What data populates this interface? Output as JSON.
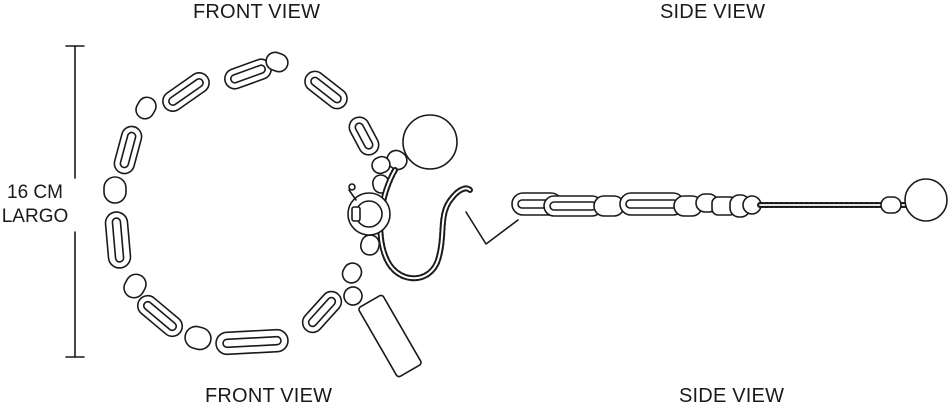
{
  "labels": {
    "front_view_top": "FRONT VIEW",
    "side_view_top": "SIDE VIEW",
    "front_view_bottom": "FRONT VIEW",
    "side_view_bottom": "SIDE VIEW"
  },
  "dimension": {
    "line1": "16 CM",
    "line2": "LARGO"
  },
  "colors": {
    "stroke": "#1a1a1a",
    "fill": "#ffffff"
  }
}
